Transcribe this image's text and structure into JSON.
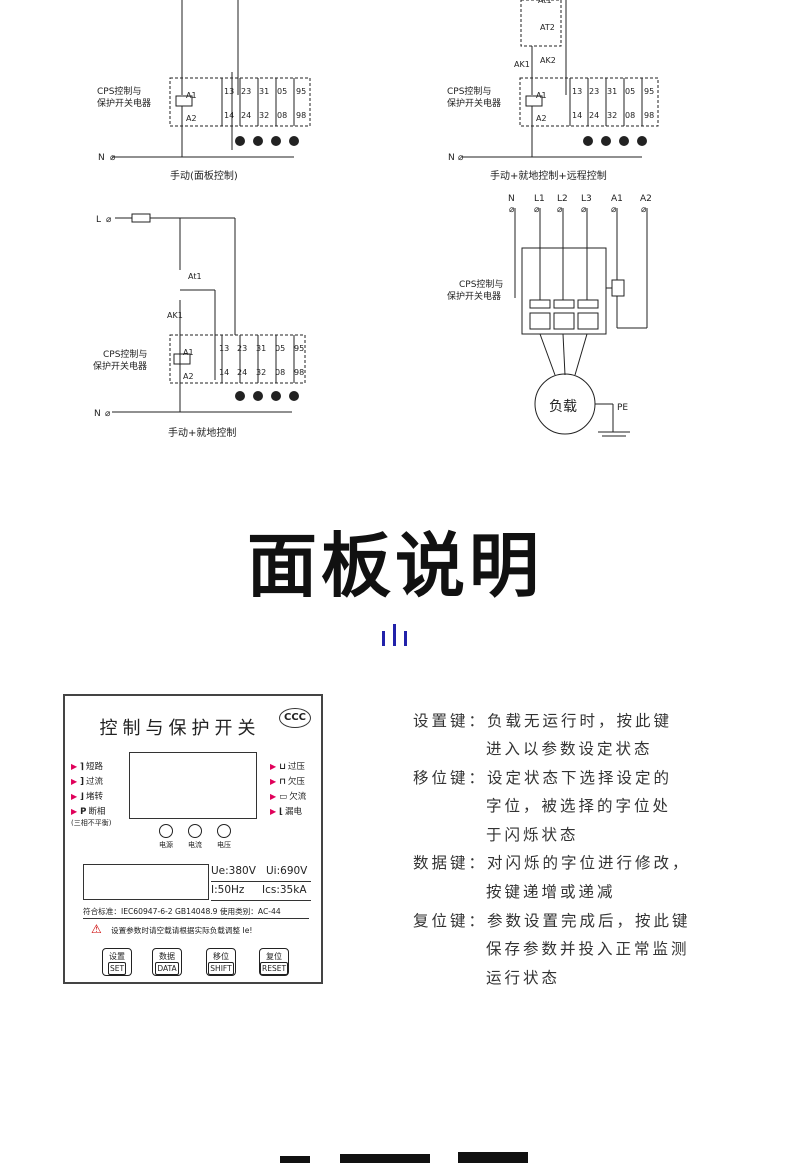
{
  "diagrams": {
    "relay_label_line1": "CPS控制与",
    "relay_label_line2": "保护开关电器",
    "terminals": [
      "13",
      "23",
      "31",
      "05",
      "95",
      "14",
      "24",
      "32",
      "08",
      "98"
    ],
    "coil_a1": "A1",
    "coil_a2": "A2",
    "neutral": "N",
    "live": "L",
    "at1": "At1",
    "at2": "AT2",
    "ak1": "AK1",
    "ak2": "AK2",
    "caption_manual_panel": "手动(面板控制)",
    "caption_manual_local_remote": "手动+就地控制+远程控制",
    "caption_manual_local": "手动+就地控制",
    "power_inputs": [
      "N",
      "L1",
      "L2",
      "L3",
      "A1",
      "A2"
    ],
    "load": "负载",
    "pe": "PE"
  },
  "section": {
    "title": "面板说明"
  },
  "panel": {
    "title": "控制与保护开关",
    "badge": "CCC",
    "left_indicators": [
      {
        "sym": "⌉",
        "label": "短路"
      },
      {
        "sym": "]",
        "label": "过流"
      },
      {
        "sym": "⌋",
        "label": "堵转"
      },
      {
        "sym": "P",
        "label": "断相"
      }
    ],
    "phase_note": "(三相不平衡)",
    "right_indicators": [
      {
        "sym": "⊔",
        "label": "过压"
      },
      {
        "sym": "⊓",
        "label": "欠压"
      },
      {
        "sym": "▭",
        "label": "欠流"
      },
      {
        "sym": "⌊",
        "label": "漏电"
      }
    ],
    "leds": [
      "电源",
      "电流",
      "电压"
    ],
    "spec_ue": "Ue:380V",
    "spec_ui": "Ui:690V",
    "spec_i": "I:50Hz",
    "spec_ics": "Ics:35kA",
    "standard": "符合标准：IEC60947-6-2 GB14048.9 使用类别：AC-44",
    "warning": "设置参数时请空载请根据实际负载调整 Ie!",
    "keys": [
      {
        "cn": "设置",
        "en": "SET"
      },
      {
        "cn": "数据",
        "en": "DATA"
      },
      {
        "cn": "移位",
        "en": "SHIFT"
      },
      {
        "cn": "复位",
        "en": "RESET"
      }
    ]
  },
  "descriptions": [
    {
      "key": "设置键：",
      "lines": [
        "负载无运行时，按此键",
        "进入以参数设定状态"
      ]
    },
    {
      "key": "移位键：",
      "lines": [
        "设定状态下选择设定的",
        "字位，被选择的字位处",
        "于闪烁状态"
      ]
    },
    {
      "key": "数据键：",
      "lines": [
        "对闪烁的字位进行修改，",
        "按键递增或递减"
      ]
    },
    {
      "key": "复位键：",
      "lines": [
        "参数设置完成后，按此键",
        "保存参数并投入正常监测",
        "运行状态"
      ]
    }
  ],
  "colors": {
    "accent": "#2222aa",
    "indicator": "#e0005a",
    "warning": "#cc0000"
  }
}
